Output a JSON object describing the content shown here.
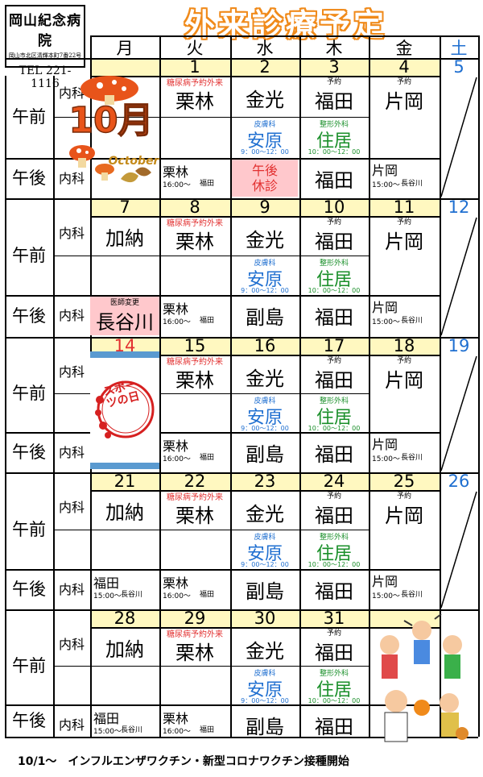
{
  "hospital": {
    "name": "岡山紀念病院",
    "address": "岡山市北区清輝本町7番22号",
    "tel": "TEL 221-1116"
  },
  "title": "外来診療予定",
  "weekdays": [
    "月",
    "火",
    "水",
    "木",
    "金",
    "土"
  ],
  "labels": {
    "am": "午前",
    "pm": "午後",
    "naika": "内科"
  },
  "notes": {
    "diabetes": "糖尿病予約外来",
    "yoyaku": "予約",
    "derm": "皮膚科",
    "ortho": "整形外科",
    "derm_time": "9：00～12：00",
    "ortho_time": "10：00～12：00",
    "pm_time": "16:00～",
    "pm_time2": "15:00～",
    "doctor_change": "医師変更",
    "closed": "午後\n休診"
  },
  "doctors": {
    "kuribayashi": "栗林",
    "kanamitsu": "金光",
    "fukuda": "福田",
    "kataoka": "片岡",
    "yasuhara": "安原",
    "sumii": "住居",
    "kano": "加納",
    "soejima": "副島",
    "hasegawa": "長谷川"
  },
  "weeks": [
    {
      "dates": [
        "",
        "1",
        "2",
        "3",
        "4",
        "5"
      ]
    },
    {
      "dates": [
        "7",
        "8",
        "9",
        "10",
        "11",
        "12"
      ]
    },
    {
      "dates": [
        "14",
        "15",
        "16",
        "17",
        "18",
        "19"
      ]
    },
    {
      "dates": [
        "21",
        "22",
        "23",
        "24",
        "25",
        "26"
      ]
    },
    {
      "dates": [
        "28",
        "29",
        "30",
        "31",
        "",
        ""
      ]
    }
  ],
  "artwork": {
    "october_month": "10月",
    "october_word": "October",
    "sports_day": "スポーツの日"
  },
  "footer": "10/1～　インフルエンザワクチン・新型コロナワクチン接種開始",
  "colors": {
    "title_orange": "#f08a1a",
    "date_bar": "#fff8c0",
    "saturday_blue": "#1f6fd0",
    "holiday_red": "#e23030",
    "derm_blue": "#1f6fd0",
    "ortho_green": "#1a8f2a",
    "pink_cell": "#ffc8cc"
  }
}
